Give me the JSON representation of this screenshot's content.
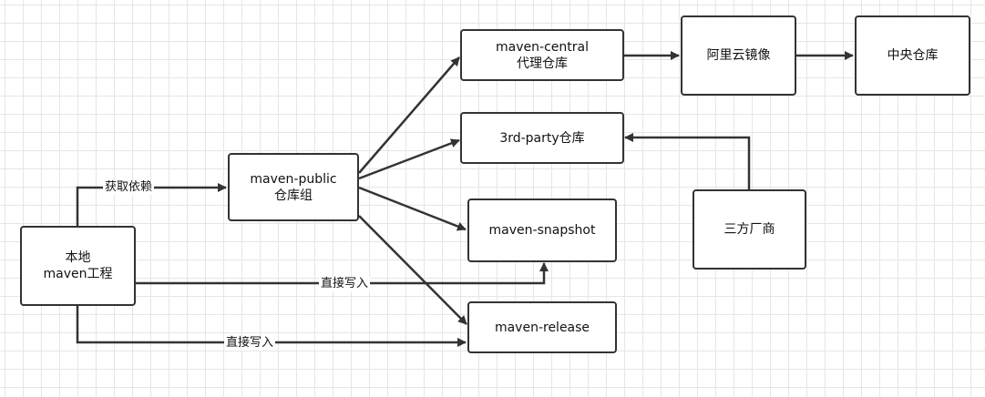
{
  "nodes": {
    "local": {
      "line1": "本地",
      "line2": "maven工程"
    },
    "public": {
      "line1": "maven-public",
      "line2": "仓库组"
    },
    "central": {
      "line1": "maven-central",
      "line2": "代理仓库"
    },
    "aliyun": {
      "label": "阿里云镜像"
    },
    "center_repo": {
      "label": "中央仓库"
    },
    "thirdparty": {
      "label": "3rd-party仓库"
    },
    "snapshot": {
      "label": "maven-snapshot"
    },
    "release": {
      "label": "maven-release"
    },
    "vendor": {
      "label": "三方厂商"
    }
  },
  "edges": {
    "fetch_deps": "获取依赖",
    "write_snapshot": "直接写入",
    "write_release": "直接写入"
  },
  "colors": {
    "stroke": "#333333",
    "grid": "#e6e6e6",
    "background": "#ffffff"
  }
}
